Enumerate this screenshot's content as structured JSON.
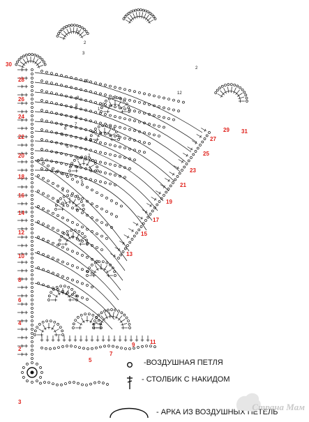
{
  "row_numbers": [
    {
      "text": "30",
      "color": "#e0201a"
    },
    {
      "text": "28",
      "color": "#e0201a"
    },
    {
      "text": "26",
      "color": "#e0201a"
    },
    {
      "text": "24",
      "color": "#e0201a"
    },
    {
      "text": "22",
      "color": "#e0201a"
    },
    {
      "text": "20",
      "color": "#e0201a"
    },
    {
      "text": "18",
      "color": "#e0201a"
    },
    {
      "text": "16",
      "color": "#e0201a"
    },
    {
      "text": "14",
      "color": "#e0201a"
    },
    {
      "text": "12",
      "color": "#e0201a"
    },
    {
      "text": "10",
      "color": "#e0201a"
    },
    {
      "text": "8",
      "color": "#e0201a"
    },
    {
      "text": "6",
      "color": "#e0201a"
    },
    {
      "text": "4",
      "color": "#e0201a"
    },
    {
      "text": "2",
      "color": "#e0201a"
    },
    {
      "text": "3",
      "color": "#e0201a"
    },
    {
      "text": "31",
      "color": "#e0201a"
    },
    {
      "text": "29",
      "color": "#e0201a"
    },
    {
      "text": "27",
      "color": "#e0201a"
    },
    {
      "text": "25",
      "color": "#e0201a"
    },
    {
      "text": "23",
      "color": "#e0201a"
    },
    {
      "text": "21",
      "color": "#e0201a"
    },
    {
      "text": "19",
      "color": "#e0201a"
    },
    {
      "text": "17",
      "color": "#e0201a"
    },
    {
      "text": "15",
      "color": "#e0201a"
    },
    {
      "text": "13",
      "color": "#e0201a"
    },
    {
      "text": "9",
      "color": "#e0201a"
    },
    {
      "text": "11",
      "color": "#e0201a"
    },
    {
      "text": "7",
      "color": "#e0201a"
    },
    {
      "text": "5",
      "color": "#e0201a"
    }
  ],
  "chain_counts": [
    "2",
    "2",
    "3",
    "10",
    "12",
    "9",
    "8",
    "8",
    "7",
    "6",
    "5",
    "6",
    "5",
    "4",
    "2",
    "1",
    "2",
    "6"
  ],
  "legend": [
    {
      "symbol": "chain-stitch-icon",
      "text": "-ВОЗДУШНАЯ ПЕТЛЯ"
    },
    {
      "symbol": "double-crochet-icon",
      "text": "- СТОЛБИК С НАКИДОМ"
    },
    {
      "symbol": "chain-arch-icon",
      "text": "- АРКА ИЗ ВОЗДУШНЫХ ПЕТЕЛЬ"
    }
  ],
  "watermark": "Страна Мам",
  "colors": {
    "row_number": "#e0201a",
    "ink": "#111111",
    "background": "#ffffff"
  }
}
